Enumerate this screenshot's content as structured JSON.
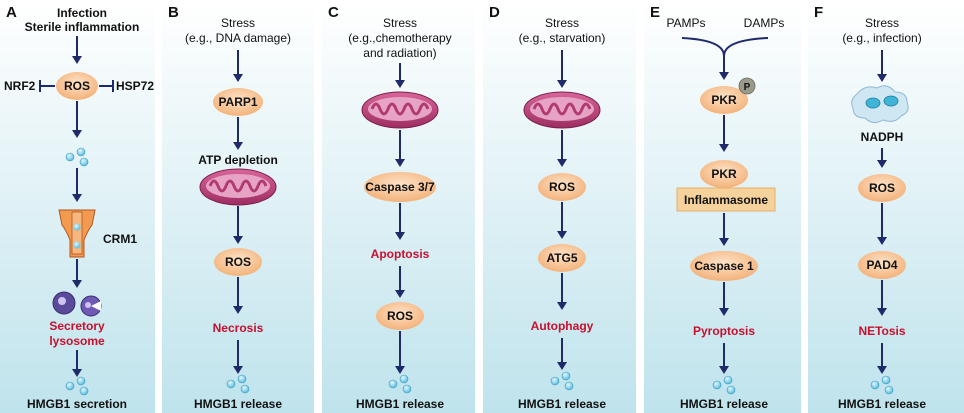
{
  "colors": {
    "panel_top": "#ffffff",
    "panel_bottom": "#bfe3ec",
    "node_fill": "#f9c89b",
    "arrow": "#1f2a6b",
    "red_text": "#c8102e",
    "mito": "#c2467e",
    "dot": "#8fd4ea"
  },
  "panels": [
    {
      "letter": "A",
      "stimulus": [
        "Infection",
        "Sterile inflammation"
      ],
      "nrf2": "NRF2",
      "hsp72": "HSP72",
      "ros": "ROS",
      "crm1": "CRM1",
      "outcome": [
        "Secretory",
        "lysosome"
      ],
      "release": "HMGB1 secretion"
    },
    {
      "letter": "B",
      "stimulus": [
        "Stress",
        "(e.g., DNA damage)"
      ],
      "parp1": "PARP1",
      "atp": "ATP depletion",
      "ros": "ROS",
      "outcome": "Necrosis",
      "release": "HMGB1 release"
    },
    {
      "letter": "C",
      "stimulus": [
        "Stress",
        "(e.g.,chemotherapy",
        "and radiation)"
      ],
      "caspase": "Caspase 3/7",
      "outcome": "Apoptosis",
      "ros": "ROS",
      "release": "HMGB1 release"
    },
    {
      "letter": "D",
      "stimulus": [
        "Stress",
        "(e.g., starvation)"
      ],
      "ros": "ROS",
      "atg5": "ATG5",
      "outcome": "Autophagy",
      "release": "HMGB1 release"
    },
    {
      "letter": "E",
      "pamps": "PAMPs",
      "damps": "DAMPs",
      "pkr1": "PKR",
      "phospho": "P",
      "pkr2": "PKR",
      "inflammasome": "Inflammasome",
      "caspase": "Caspase 1",
      "outcome": "Pyroptosis",
      "release": "HMGB1 release"
    },
    {
      "letter": "F",
      "stimulus": [
        "Stress",
        "(e.g., infection)"
      ],
      "nadph": "NADPH",
      "ros": "ROS",
      "pad4": "PAD4",
      "outcome": "NETosis",
      "release": "HMGB1 release"
    }
  ]
}
